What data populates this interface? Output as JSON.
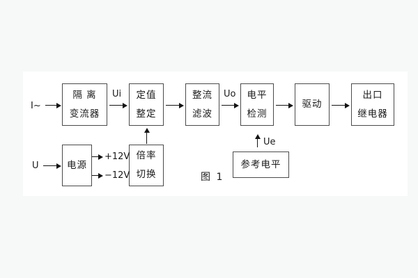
{
  "figure": {
    "caption": "图 1",
    "input_labels": {
      "current": "I~",
      "voltage": "U"
    },
    "signal_labels": {
      "ui": "Ui",
      "uo": "Uo",
      "ue": "Ue",
      "plus_12v": "+12V",
      "minus_12v": "−12V"
    },
    "blocks": {
      "isolation": {
        "line1": "隔 离",
        "line2": "变流器"
      },
      "setting": {
        "line1": "定值",
        "line2": "整定"
      },
      "rectifier": {
        "line1": "整流",
        "line2": "滤波"
      },
      "level_detect": {
        "line1": "电平",
        "line2": "检测"
      },
      "drive": {
        "line1": "驱动"
      },
      "output_relay": {
        "line1": "出口",
        "line2": "继电器"
      },
      "power": {
        "line1": "电源"
      },
      "ratio_switch": {
        "line1": "倍率",
        "line2": "切换"
      },
      "reference_level": {
        "line1": "参考电平"
      }
    }
  }
}
